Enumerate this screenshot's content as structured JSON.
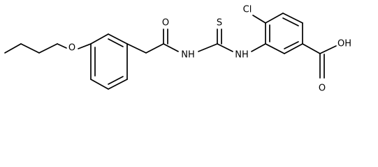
{
  "molecule": {
    "atoms": {
      "cl": "Cl",
      "s": "S",
      "o_carbonyl": "O",
      "o_ether": "O",
      "nh_left": "NH",
      "nh_right": "NH",
      "acid_o": "O",
      "acid_oh": "OH"
    }
  }
}
